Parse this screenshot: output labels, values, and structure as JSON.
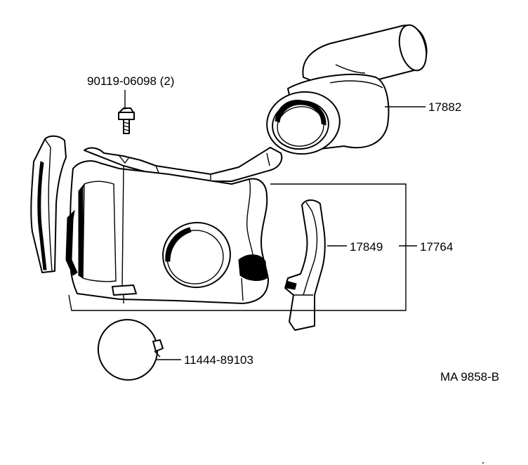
{
  "labels": {
    "bolt": "90119-06098 (2)",
    "hose": "17882",
    "seal": "17849",
    "cover_assy": "17764",
    "plug": "11444-89103",
    "diagram_code": "MA 9858-B"
  }
}
